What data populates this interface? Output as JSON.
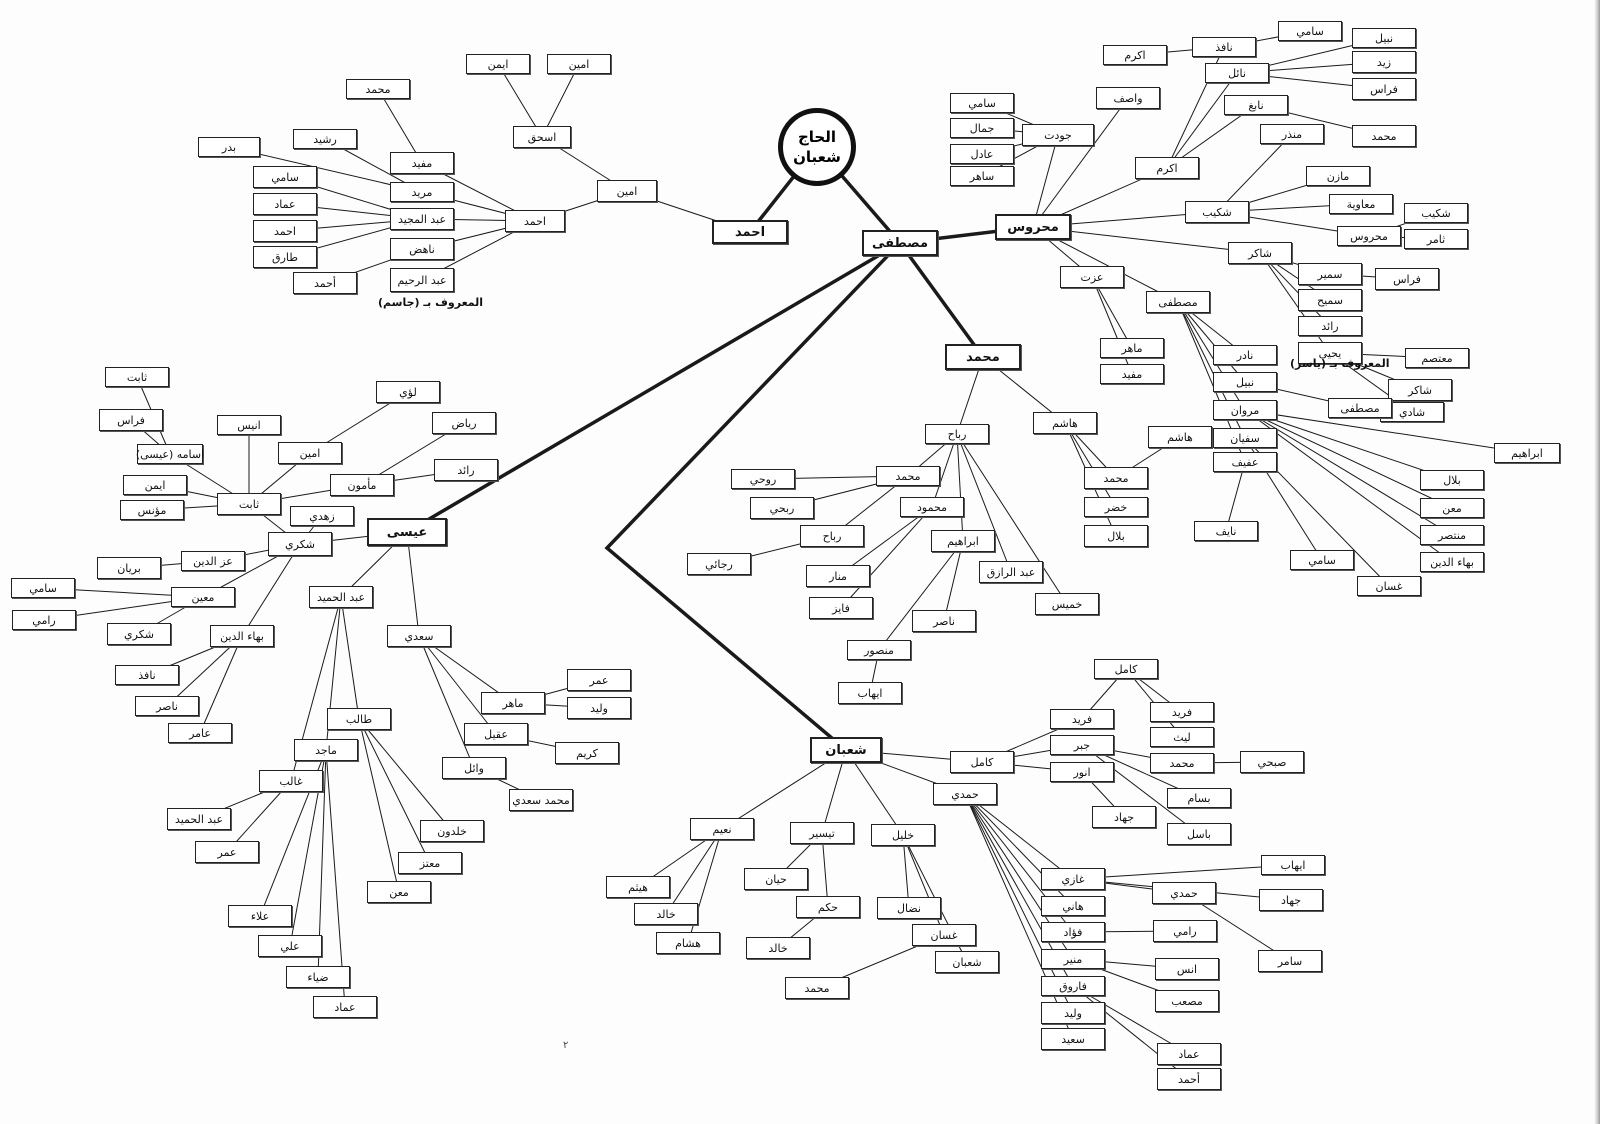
{
  "root": "الحاج شعبان",
  "nodes": {
    "A": "احمد",
    "M": "مصطفى",
    "a_amin": "امين",
    "a_ishaq": "اسحق",
    "a_ayman": "ايمن",
    "a_amin2": "امين",
    "a_ahmad": "احمد",
    "a_mufid": "مفيد",
    "a_murid": "مريد",
    "a_majid": "عبد المجيد",
    "a_nahid": "ناهض",
    "a_rahim": "عبد الرحيم",
    "a_muh": "محمد",
    "a_badr": "بدر",
    "a_rashid": "رشيد",
    "a_sami": "سامي",
    "a_imad": "عماد",
    "a_ahmad2": "احمد",
    "a_tariq": "طارق",
    "a_ahmad3": "أحمد",
    "m_mahrous": "محروس",
    "m_jawdat": "جودت",
    "m_sami": "سامي",
    "m_jamal": "جمال",
    "m_adel": "عادل",
    "m_saher": "ساهر",
    "m_wasef": "واصف",
    "m_akram": "اكرم",
    "m_nafez": "نافذ",
    "m_nael": "نائل",
    "m_nabegh": "نابغ",
    "m_akram2": "اكرم",
    "m_sami2": "سامي",
    "m_nabil": "نبيل",
    "m_zaid": "زيد",
    "m_firas": "فراس",
    "m_muh": "محمد",
    "m_shakib": "شكيب",
    "m_munther": "منذر",
    "m_mazen": "مازن",
    "m_muawia": "معاوية",
    "m_mahrous2": "محروس",
    "m_shakib2": "شكيب",
    "m_thamer": "ثامر",
    "m_shaker": "شاكر",
    "m_samir": "سمير",
    "m_samih": "سميح",
    "m_raed": "رائد",
    "m_yahya": "يحيى",
    "m_firas2": "فراس",
    "m_mutasem": "معتصم",
    "m_shaker2": "شاكر",
    "m_shadi": "شادي",
    "m_izzat": "عزت",
    "m_maher": "ماهر",
    "m_mufid": "مفيد",
    "m_mustafa": "مصطفى",
    "m_nader": "نادر",
    "m_nabil2": "نبيل",
    "m_marwan": "مروان",
    "m_sufyan": "سفيان",
    "m_afif": "عفيف",
    "m_mustafa2": "مصطفى",
    "m_ibrahim": "ابراهيم",
    "m_bilal": "بلال",
    "m_maan": "معن",
    "m_muntaser": "منتصر",
    "m_bahaa": "بهاء الدين",
    "m_sami3": "سامي",
    "m_ghassan": "غسان",
    "m_nayef": "نايف",
    "h_muh": "محمد",
    "h_rabah": "رباح",
    "h_hashem": "هاشم",
    "h_muh2": "محمد",
    "h_khader": "خضر",
    "h_bilal": "بلال",
    "h_hashem2": "هاشم",
    "h_muh3": "محمد",
    "h_mahmoud": "محمود",
    "h_ibrahim": "ابراهيم",
    "h_razeq": "عبد الرازق",
    "h_khamis": "خميس",
    "h_rouhi": "روحي",
    "h_ribhi": "ربحي",
    "h_rabah2": "رباح",
    "h_rajai": "رجائي",
    "h_manar": "منار",
    "h_fayez": "فايز",
    "h_nasser": "ناصر",
    "h_mansour": "منصور",
    "h_ihab": "ايهاب",
    "e_isa": "عيسى",
    "e_shukri": "شكري",
    "e_hamid": "عبد الحميد",
    "e_saadi": "سعدي",
    "e_thabet": "ثابت",
    "e_zuhdi": "زهدي",
    "e_izz": "عز الدين",
    "e_muin": "معين",
    "e_bahaa": "بهاء الدين",
    "e_osama": "اسامه (عيسى)",
    "e_anis": "انيس",
    "e_amin": "امين",
    "e_mamoun": "مأمون",
    "e_ayman": "ايمن",
    "e_mounes": "مؤنس",
    "e_thabet2": "ثابت",
    "e_firas": "فراس",
    "e_luay": "لؤي",
    "e_riyad": "رياض",
    "e_raed": "رائد",
    "e_burayan": "بريان",
    "e_sami": "سامي",
    "e_rami": "رامي",
    "e_shukri2": "شكري",
    "e_nafez": "نافذ",
    "e_nasser": "ناصر",
    "e_amer": "عامر",
    "e_ghaleb": "غالب",
    "e_majed": "ماجد",
    "e_taleb": "طالب",
    "e_hamid2": "عبد الحميد",
    "e_omar": "عمر",
    "e_alaa": "علاء",
    "e_ali": "علي",
    "e_diaa": "ضياء",
    "e_imad": "عماد",
    "e_khaldoun": "خلدون",
    "e_mutaz": "معتز",
    "e_maan": "معن",
    "e_maher": "ماهر",
    "e_aqil": "عقيل",
    "e_wael": "وائل",
    "e_omar2": "عمر",
    "e_walid": "وليد",
    "e_karim": "كريم",
    "e_muhsaadi": "محمد سعدي",
    "s_shaban": "شعبان",
    "s_kamel": "كامل",
    "s_hamdi": "حمدي",
    "s_naim": "نعيم",
    "s_taysir": "تيسير",
    "s_khalil": "خليل",
    "s_haitham": "هيثم",
    "s_khaled": "خالد",
    "s_hisham": "هشام",
    "s_hayyan": "حيان",
    "s_hakam": "حكم",
    "s_khaled2": "خالد",
    "s_nidal": "نضال",
    "s_ghassan": "غسان",
    "s_shaban2": "شعبان",
    "s_muh": "محمد",
    "s_farid": "فريد",
    "s_jabr": "جبر",
    "s_anwar": "انور",
    "s_kamel2": "كامل",
    "s_farid2": "فريد",
    "s_laith": "ليث",
    "s_muh2": "محمد",
    "s_bassam": "بسام",
    "s_basel": "باسل",
    "s_subhi": "صبحي",
    "s_jihad": "جهاد",
    "s_ghazi": "غازي",
    "s_hani": "هاني",
    "s_fouad": "فؤاد",
    "s_munir": "منير",
    "s_farouq": "فاروق",
    "s_walid": "وليد",
    "s_saeed": "سعيد",
    "s_ihab": "ايهاب",
    "s_hamdi2": "حمدي",
    "s_jihad2": "جهاد",
    "s_samer": "سامر",
    "s_rami": "رامي",
    "s_anas": "انس",
    "s_musab": "مصعب",
    "s_imad": "عماد",
    "s_ahmad": "أحمد"
  },
  "notes": {
    "jasem": "المعروف بـ (جاسم)",
    "yasser": "المعروف بـ (ياسر)"
  },
  "page_number": "٢",
  "edges": [
    [
      "root",
      "A"
    ],
    [
      "root",
      "M"
    ],
    [
      "A",
      "a_amin"
    ],
    [
      "a_amin",
      "a_ishaq"
    ],
    [
      "a_ishaq",
      "a_ayman"
    ],
    [
      "a_ishaq",
      "a_amin2"
    ],
    [
      "a_amin",
      "a_ahmad"
    ],
    [
      "a_ahmad",
      "a_mufid"
    ],
    [
      "a_ahmad",
      "a_murid"
    ],
    [
      "a_ahmad",
      "a_majid"
    ],
    [
      "a_ahmad",
      "a_nahid"
    ],
    [
      "a_ahmad",
      "a_rahim"
    ],
    [
      "a_mufid",
      "a_muh"
    ],
    [
      "a_murid",
      "a_badr"
    ],
    [
      "a_murid",
      "a_rashid"
    ],
    [
      "a_majid",
      "a_sami"
    ],
    [
      "a_majid",
      "a_imad"
    ],
    [
      "a_majid",
      "a_ahmad2"
    ],
    [
      "a_majid",
      "a_tariq"
    ],
    [
      "a_nahid",
      "a_ahmad3"
    ],
    [
      "M",
      "m_mahrous"
    ],
    [
      "M",
      "h_muh"
    ],
    [
      "M",
      "e_isa"
    ],
    [
      "M",
      "s_shaban"
    ],
    [
      "m_mahrous",
      "m_jawdat"
    ],
    [
      "m_jawdat",
      "m_sami"
    ],
    [
      "m_jawdat",
      "m_jamal"
    ],
    [
      "m_jawdat",
      "m_adel"
    ],
    [
      "m_jawdat",
      "m_saher"
    ],
    [
      "m_mahrous",
      "m_wasef"
    ],
    [
      "m_mahrous",
      "m_akram"
    ],
    [
      "m_akram",
      "m_nafez"
    ],
    [
      "m_akram",
      "m_nael"
    ],
    [
      "m_akram",
      "m_nabegh"
    ],
    [
      "m_nafez",
      "m_akram2"
    ],
    [
      "m_nafez",
      "m_sami2"
    ],
    [
      "m_nael",
      "m_nabil"
    ],
    [
      "m_nael",
      "m_zaid"
    ],
    [
      "m_nael",
      "m_firas"
    ],
    [
      "m_nabegh",
      "m_muh"
    ],
    [
      "m_mahrous",
      "m_shakib"
    ],
    [
      "m_shakib",
      "m_munther"
    ],
    [
      "m_shakib",
      "m_mazen"
    ],
    [
      "m_shakib",
      "m_muawia"
    ],
    [
      "m_shakib",
      "m_mahrous2"
    ],
    [
      "m_mahrous2",
      "m_shakib2"
    ],
    [
      "m_mahrous2",
      "m_thamer"
    ],
    [
      "m_mahrous",
      "m_shaker"
    ],
    [
      "m_shaker",
      "m_samir"
    ],
    [
      "m_shaker",
      "m_samih"
    ],
    [
      "m_shaker",
      "m_raed"
    ],
    [
      "m_shaker",
      "m_yahya"
    ],
    [
      "m_samir",
      "m_firas2"
    ],
    [
      "m_yahya",
      "m_mutasem"
    ],
    [
      "m_yahya",
      "m_shaker2"
    ],
    [
      "m_yahya",
      "m_shadi"
    ],
    [
      "m_mahrous",
      "m_izzat"
    ],
    [
      "m_izzat",
      "m_maher"
    ],
    [
      "m_izzat",
      "m_mufid"
    ],
    [
      "m_mahrous",
      "m_mustafa"
    ],
    [
      "m_mustafa",
      "m_nader"
    ],
    [
      "m_mustafa",
      "m_nabil2"
    ],
    [
      "m_mustafa",
      "m_marwan"
    ],
    [
      "m_mustafa",
      "m_sufyan"
    ],
    [
      "m_mustafa",
      "m_afif"
    ],
    [
      "m_nabil2",
      "m_mustafa2"
    ],
    [
      "m_marwan",
      "m_ibrahim"
    ],
    [
      "m_marwan",
      "m_bilal"
    ],
    [
      "m_marwan",
      "m_maan"
    ],
    [
      "m_marwan",
      "m_muntaser"
    ],
    [
      "m_marwan",
      "m_bahaa"
    ],
    [
      "m_sufyan",
      "m_sami3"
    ],
    [
      "m_sufyan",
      "m_ghassan"
    ],
    [
      "m_afif",
      "m_nayef"
    ],
    [
      "h_muh",
      "h_rabah"
    ],
    [
      "h_muh",
      "h_hashem"
    ],
    [
      "h_hashem",
      "h_muh2"
    ],
    [
      "h_hashem",
      "h_khader"
    ],
    [
      "h_hashem",
      "h_bilal"
    ],
    [
      "h_muh2",
      "h_hashem2"
    ],
    [
      "h_rabah",
      "h_muh3"
    ],
    [
      "h_rabah",
      "h_mahmoud"
    ],
    [
      "h_rabah",
      "h_ibrahim"
    ],
    [
      "h_rabah",
      "h_razeq"
    ],
    [
      "h_rabah",
      "h_khamis"
    ],
    [
      "h_muh3",
      "h_rouhi"
    ],
    [
      "h_muh3",
      "h_ribhi"
    ],
    [
      "h_muh3",
      "h_rabah2"
    ],
    [
      "h_rabah2",
      "h_rajai"
    ],
    [
      "h_mahmoud",
      "h_manar"
    ],
    [
      "h_mahmoud",
      "h_fayez"
    ],
    [
      "h_ibrahim",
      "h_nasser"
    ],
    [
      "h_ibrahim",
      "h_mansour"
    ],
    [
      "h_mansour",
      "h_ihab"
    ],
    [
      "e_isa",
      "e_shukri"
    ],
    [
      "e_isa",
      "e_hamid"
    ],
    [
      "e_isa",
      "e_saadi"
    ],
    [
      "e_shukri",
      "e_thabet"
    ],
    [
      "e_shukri",
      "e_zuhdi"
    ],
    [
      "e_shukri",
      "e_izz"
    ],
    [
      "e_shukri",
      "e_muin"
    ],
    [
      "e_shukri",
      "e_bahaa"
    ],
    [
      "e_thabet",
      "e_osama"
    ],
    [
      "e_thabet",
      "e_anis"
    ],
    [
      "e_thabet",
      "e_amin"
    ],
    [
      "e_thabet",
      "e_mamoun"
    ],
    [
      "e_thabet",
      "e_ayman"
    ],
    [
      "e_thabet",
      "e_mounes"
    ],
    [
      "e_osama",
      "e_thabet2"
    ],
    [
      "e_osama",
      "e_firas"
    ],
    [
      "e_amin",
      "e_luay"
    ],
    [
      "e_mamoun",
      "e_riyad"
    ],
    [
      "e_mamoun",
      "e_raed"
    ],
    [
      "e_izz",
      "e_burayan"
    ],
    [
      "e_muin",
      "e_sami"
    ],
    [
      "e_muin",
      "e_rami"
    ],
    [
      "e_muin",
      "e_shukri2"
    ],
    [
      "e_bahaa",
      "e_nafez"
    ],
    [
      "e_bahaa",
      "e_nasser"
    ],
    [
      "e_bahaa",
      "e_amer"
    ],
    [
      "e_hamid",
      "e_ghaleb"
    ],
    [
      "e_hamid",
      "e_majed"
    ],
    [
      "e_hamid",
      "e_taleb"
    ],
    [
      "e_ghaleb",
      "e_hamid2"
    ],
    [
      "e_ghaleb",
      "e_omar"
    ],
    [
      "e_majed",
      "e_alaa"
    ],
    [
      "e_majed",
      "e_ali"
    ],
    [
      "e_majed",
      "e_diaa"
    ],
    [
      "e_majed",
      "e_imad"
    ],
    [
      "e_taleb",
      "e_khaldoun"
    ],
    [
      "e_taleb",
      "e_mutaz"
    ],
    [
      "e_taleb",
      "e_maan"
    ],
    [
      "e_saadi",
      "e_maher"
    ],
    [
      "e_saadi",
      "e_aqil"
    ],
    [
      "e_saadi",
      "e_wael"
    ],
    [
      "e_maher",
      "e_omar2"
    ],
    [
      "e_maher",
      "e_walid"
    ],
    [
      "e_aqil",
      "e_karim"
    ],
    [
      "e_wael",
      "e_muhsaadi"
    ],
    [
      "s_shaban",
      "s_kamel"
    ],
    [
      "s_shaban",
      "s_hamdi"
    ],
    [
      "s_shaban",
      "s_naim"
    ],
    [
      "s_shaban",
      "s_taysir"
    ],
    [
      "s_shaban",
      "s_khalil"
    ],
    [
      "s_naim",
      "s_haitham"
    ],
    [
      "s_naim",
      "s_khaled"
    ],
    [
      "s_naim",
      "s_hisham"
    ],
    [
      "s_taysir",
      "s_hayyan"
    ],
    [
      "s_taysir",
      "s_hakam"
    ],
    [
      "s_hakam",
      "s_khaled2"
    ],
    [
      "s_khalil",
      "s_nidal"
    ],
    [
      "s_khalil",
      "s_ghassan"
    ],
    [
      "s_khalil",
      "s_shaban2"
    ],
    [
      "s_ghassan",
      "s_muh"
    ],
    [
      "s_kamel",
      "s_farid"
    ],
    [
      "s_kamel",
      "s_jabr"
    ],
    [
      "s_kamel",
      "s_anwar"
    ],
    [
      "s_farid",
      "s_kamel2"
    ],
    [
      "s_kamel2",
      "s_farid2"
    ],
    [
      "s_kamel2",
      "s_laith"
    ],
    [
      "s_jabr",
      "s_muh2"
    ],
    [
      "s_jabr",
      "s_bassam"
    ],
    [
      "s_jabr",
      "s_basel"
    ],
    [
      "s_muh2",
      "s_subhi"
    ],
    [
      "s_anwar",
      "s_jihad"
    ],
    [
      "s_hamdi",
      "s_ghazi"
    ],
    [
      "s_hamdi",
      "s_hani"
    ],
    [
      "s_hamdi",
      "s_fouad"
    ],
    [
      "s_hamdi",
      "s_munir"
    ],
    [
      "s_hamdi",
      "s_farouq"
    ],
    [
      "s_hamdi",
      "s_walid"
    ],
    [
      "s_hamdi",
      "s_saeed"
    ],
    [
      "s_ghazi",
      "s_ihab"
    ],
    [
      "s_ghazi",
      "s_hamdi2"
    ],
    [
      "s_ghazi",
      "s_jihad2"
    ],
    [
      "s_hamdi2",
      "s_samer"
    ],
    [
      "s_fouad",
      "s_rami"
    ],
    [
      "s_munir",
      "s_anas"
    ],
    [
      "s_munir",
      "s_musab"
    ],
    [
      "s_farouq",
      "s_imad"
    ],
    [
      "s_farouq",
      "s_ahmad"
    ]
  ]
}
